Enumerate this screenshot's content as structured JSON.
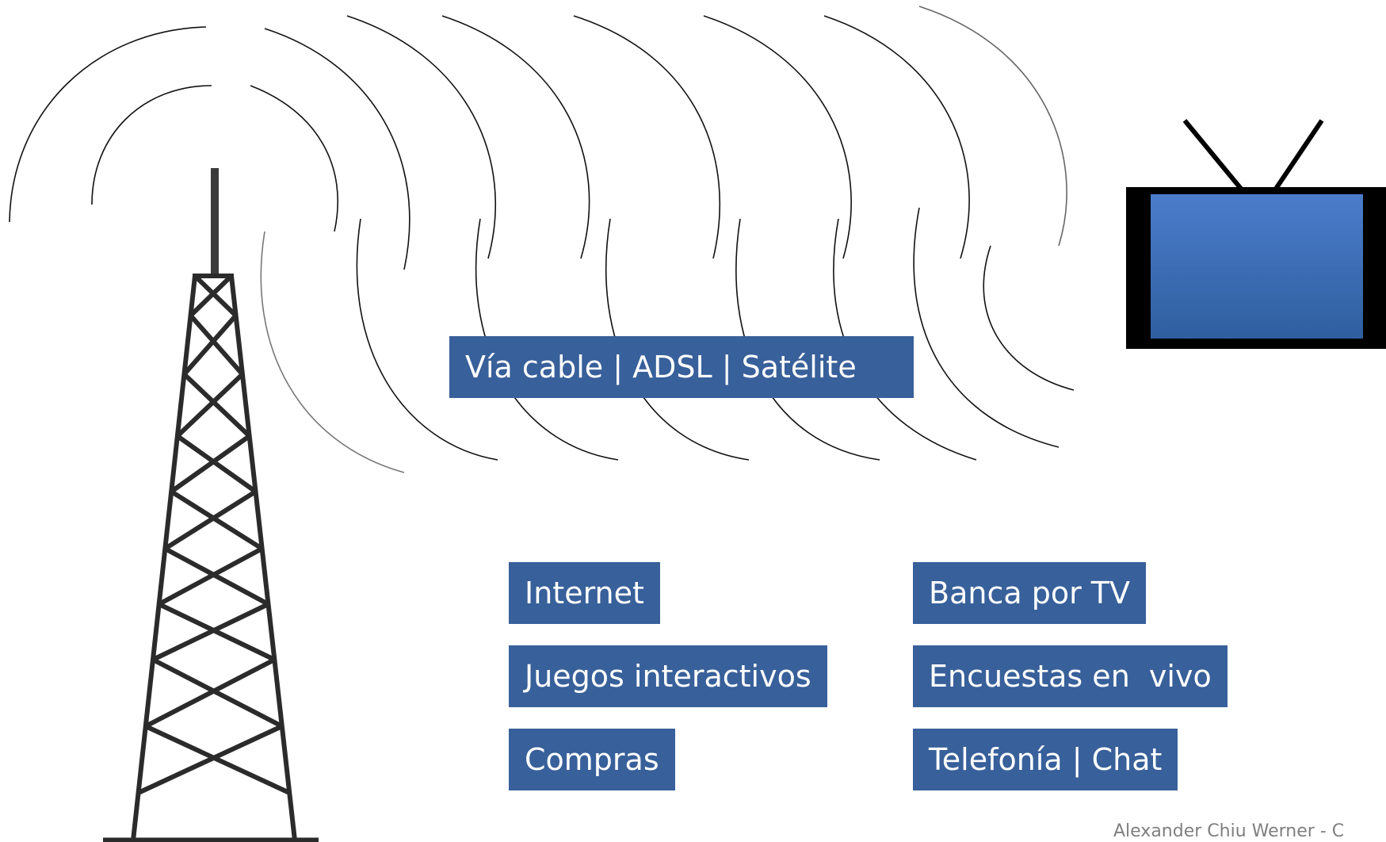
{
  "transmission_label": "Vía cable | ADSL | Satélite",
  "services_left": [
    "Internet",
    "Juegos interactivos",
    "Compras"
  ],
  "services_right": [
    "Banca por TV",
    "Encuestas en  vivo",
    "Telefonía | Chat"
  ],
  "footer": "Alexander Chiu Werner - C",
  "colors": {
    "label_bg": "#38609a",
    "tv_screen": "#4477c4",
    "tv_frame": "#000000",
    "tower": "#2b2b2b"
  },
  "icons": [
    "tower-icon",
    "signal-waves",
    "tv-icon"
  ]
}
